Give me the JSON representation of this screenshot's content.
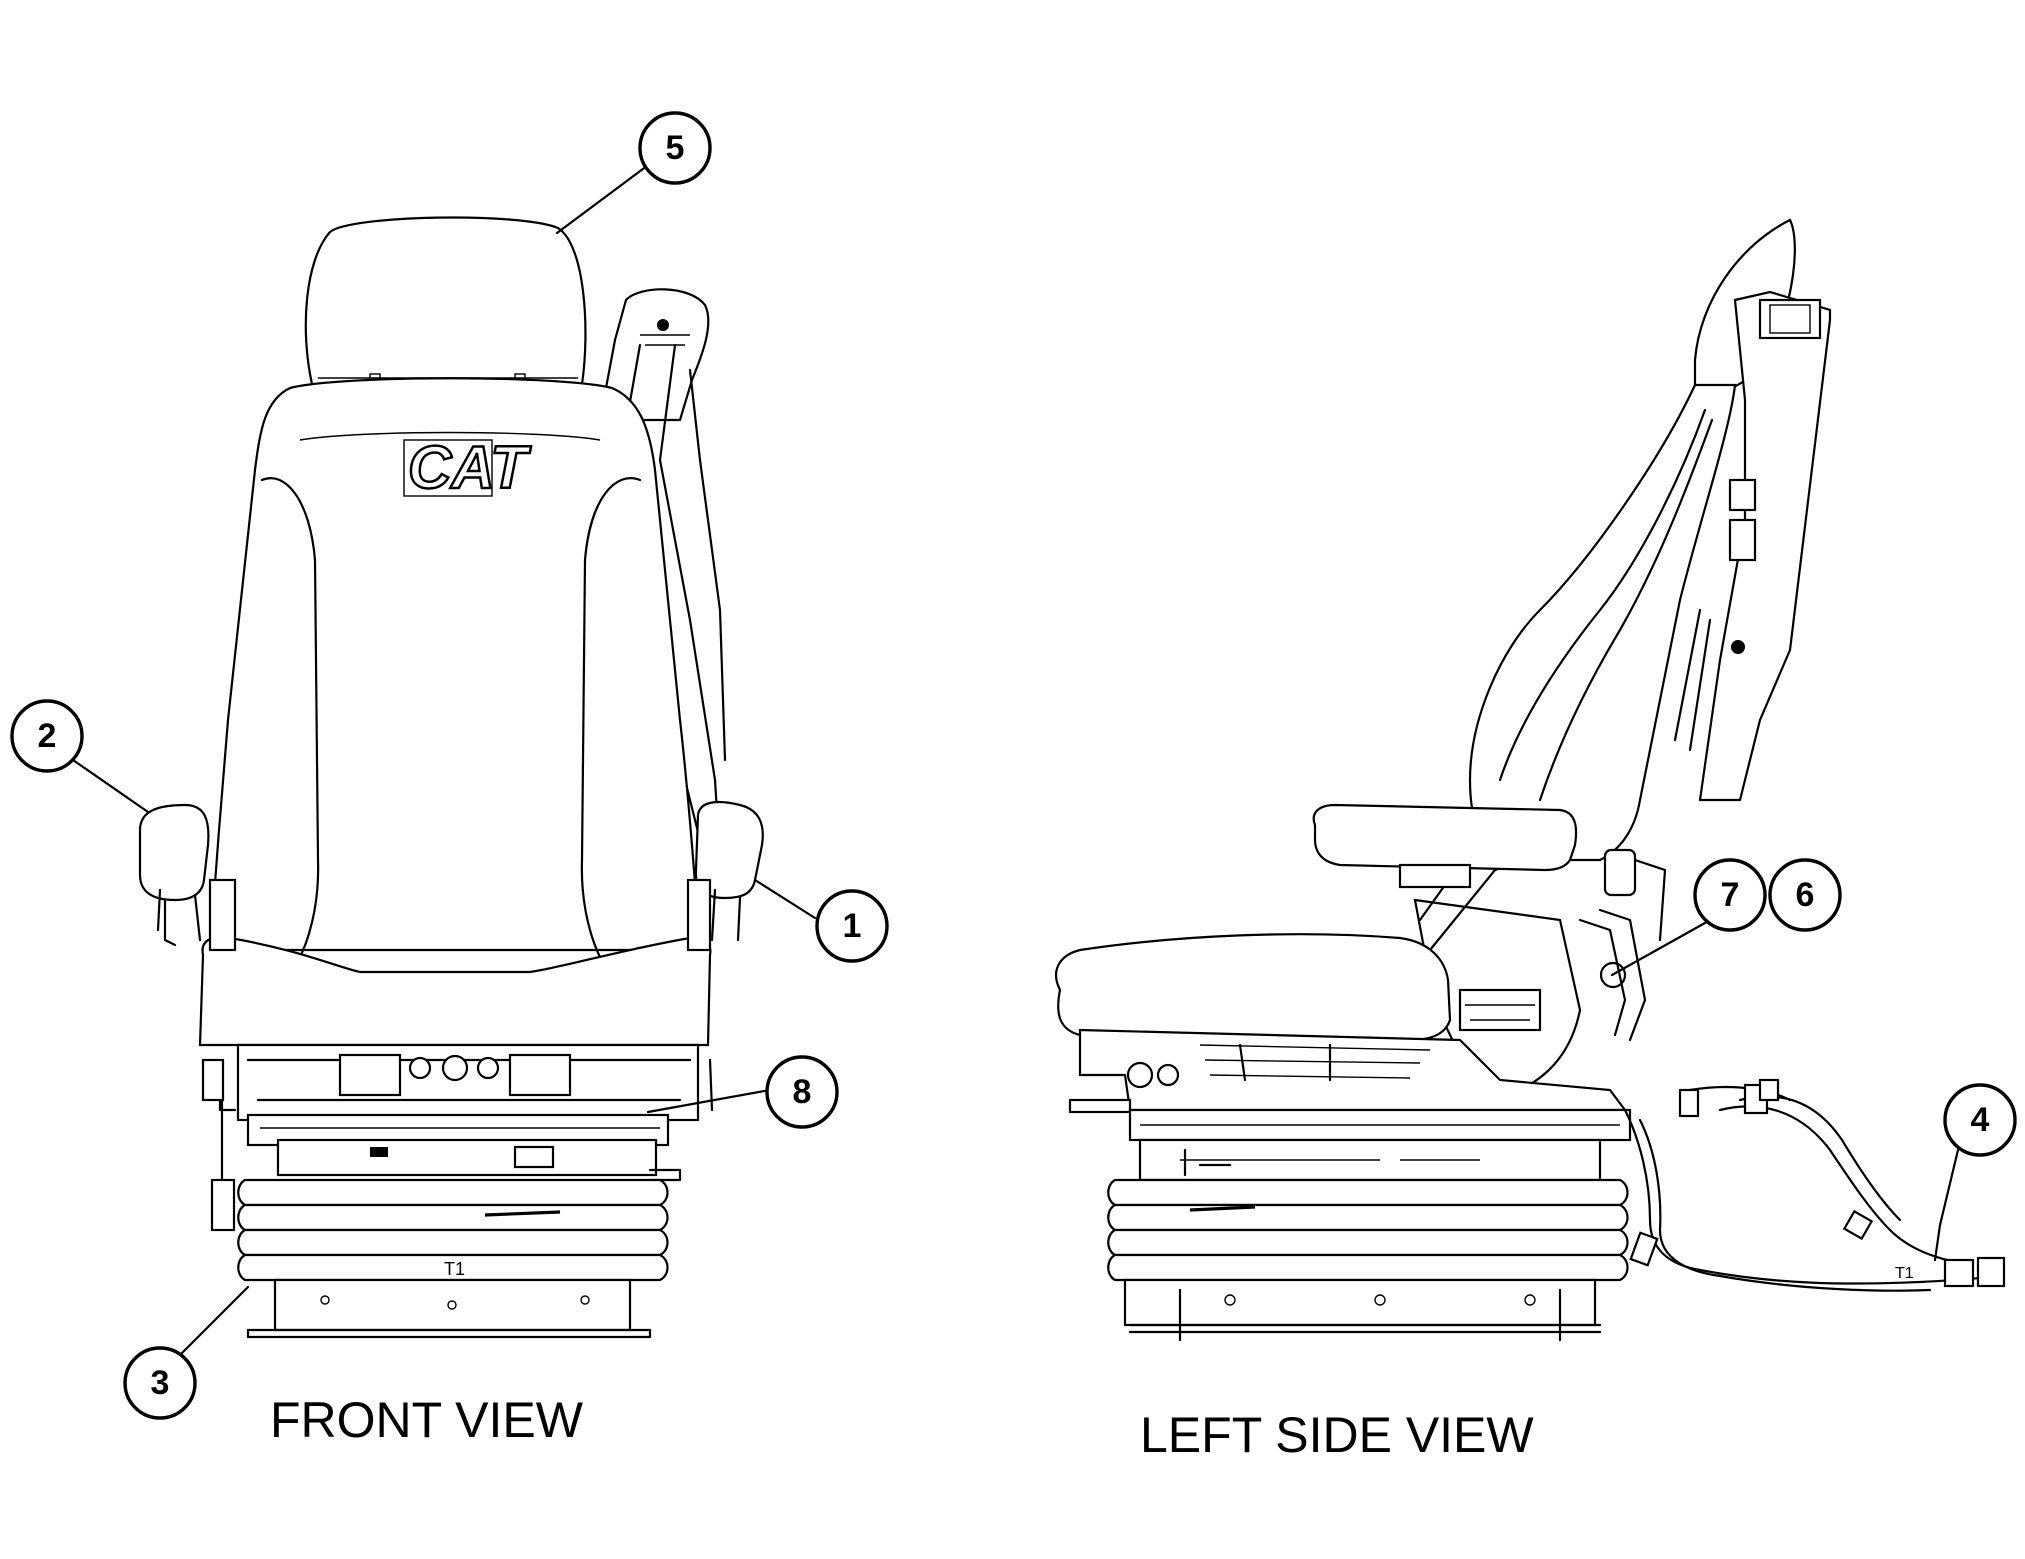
{
  "views": {
    "front": {
      "label": "FRONT VIEW",
      "logo": "CAT"
    },
    "side": {
      "label": "LEFT SIDE VIEW"
    }
  },
  "callouts": {
    "c1": "1",
    "c2": "2",
    "c3": "3",
    "c4": "4",
    "c5": "5",
    "c6": "6",
    "c7": "7",
    "c8": "8"
  },
  "marks": {
    "t1_front": "T1",
    "t1_side": "T1"
  }
}
